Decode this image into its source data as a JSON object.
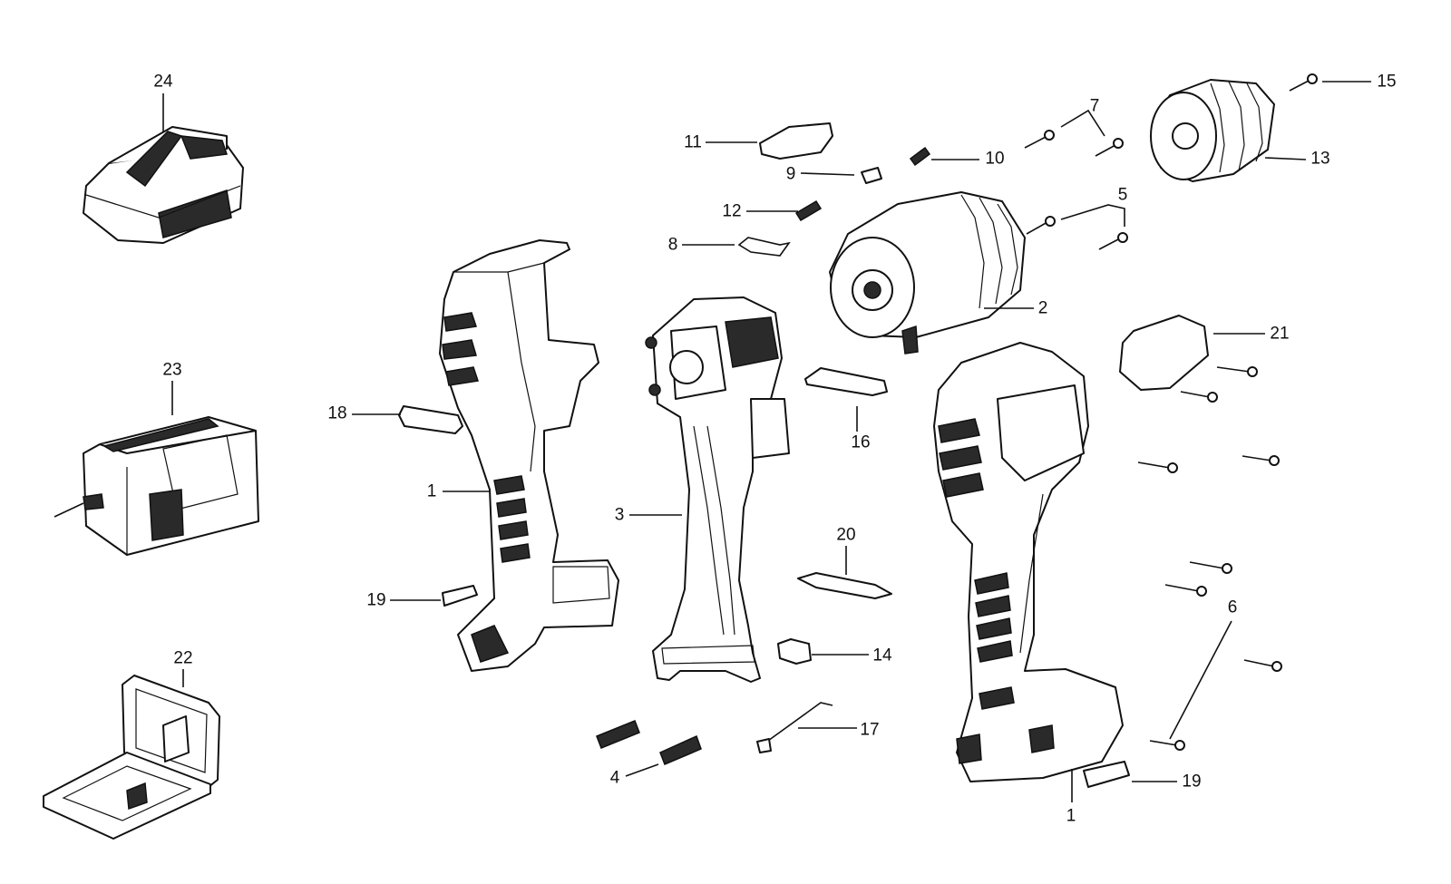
{
  "diagram": {
    "callouts": {
      "c1a": "1",
      "c1b": "1",
      "c2": "2",
      "c3": "3",
      "c4": "4",
      "c5": "5",
      "c6": "6",
      "c7": "7",
      "c8": "8",
      "c9": "9",
      "c10": "10",
      "c11": "11",
      "c12": "12",
      "c13": "13",
      "c14": "14",
      "c15": "15",
      "c16": "16",
      "c17": "17",
      "c18": "18",
      "c19a": "19",
      "c19b": "19",
      "c20": "20",
      "c21": "21",
      "c22": "22",
      "c23": "23",
      "c24": "24"
    },
    "parts": [
      {
        "id": "1",
        "icon": "housing-half-icon"
      },
      {
        "id": "2",
        "icon": "gearbox-icon"
      },
      {
        "id": "3",
        "icon": "motor-assembly-icon"
      },
      {
        "id": "4",
        "icon": "spring-icon"
      },
      {
        "id": "5",
        "icon": "screw-icon"
      },
      {
        "id": "6",
        "icon": "screw-icon"
      },
      {
        "id": "7",
        "icon": "screw-icon"
      },
      {
        "id": "8",
        "icon": "clip-icon"
      },
      {
        "id": "9",
        "icon": "switch-knob-icon"
      },
      {
        "id": "10",
        "icon": "spring-icon"
      },
      {
        "id": "11",
        "icon": "shift-button-icon"
      },
      {
        "id": "12",
        "icon": "spring-icon"
      },
      {
        "id": "13",
        "icon": "chuck-icon"
      },
      {
        "id": "14",
        "icon": "lock-block-icon"
      },
      {
        "id": "15",
        "icon": "screw-icon"
      },
      {
        "id": "16",
        "icon": "led-board-icon"
      },
      {
        "id": "17",
        "icon": "belt-hook-icon"
      },
      {
        "id": "18",
        "icon": "label-icon"
      },
      {
        "id": "19",
        "icon": "label-icon"
      },
      {
        "id": "20",
        "icon": "screwdriver-bit-icon"
      },
      {
        "id": "21",
        "icon": "label-icon"
      },
      {
        "id": "22",
        "icon": "carry-case-icon"
      },
      {
        "id": "23",
        "icon": "charger-icon"
      },
      {
        "id": "24",
        "icon": "battery-pack-icon"
      }
    ]
  }
}
